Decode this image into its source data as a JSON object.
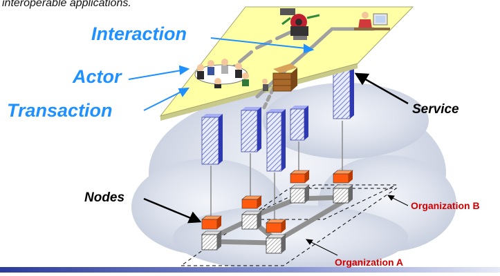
{
  "caption": "interoperable applications.",
  "labels": {
    "interaction": "Interaction",
    "actor": "Actor",
    "transaction": "Transaction",
    "service": "Service",
    "nodes": "Nodes",
    "organization_a": "Organization A",
    "organization_b": "Organization B"
  },
  "icons": [
    "meeting-group-icon",
    "office-worker-icon",
    "typist-desk-icon",
    "cabinet-icon",
    "robot-machine-icon"
  ],
  "colors": {
    "label_blue": "#1E90FF",
    "platform_yellow": "#FFFFA6",
    "service_pillar": "#6F78E0",
    "node_top": "#FF6A1A",
    "organization_red": "#D10000"
  }
}
